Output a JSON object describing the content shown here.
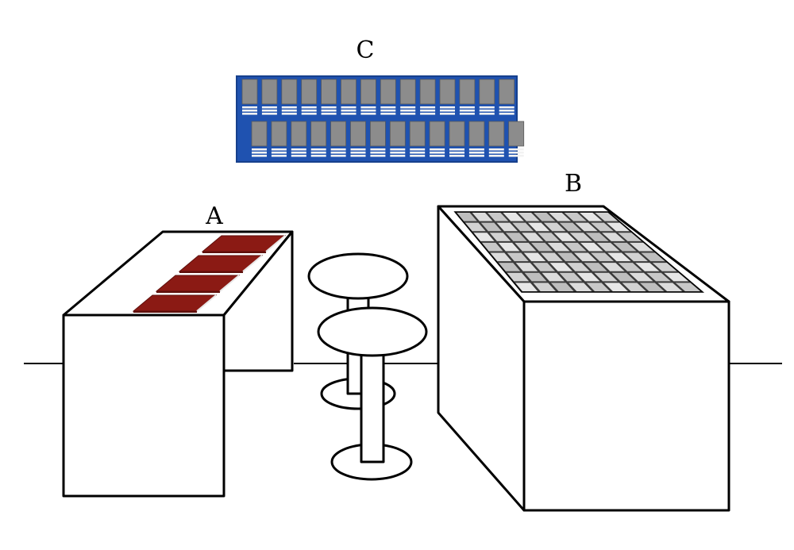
{
  "labels": {
    "a": "A",
    "b": "B",
    "c": "C"
  },
  "colors": {
    "background": "#ffffff",
    "outline": "#000000",
    "book": "#8b1a14",
    "book_edge": "#e8e8e8",
    "panel": "#1f52b0",
    "server": "#8c8c8c",
    "tile": "#c8c8c8"
  },
  "content": {
    "desk_a_books": 4,
    "rack_c_rows": 2,
    "rack_c_units_per_row": 14,
    "top_b_tiles_per_row": 10,
    "top_b_tile_rows": 8,
    "stools": 2
  }
}
